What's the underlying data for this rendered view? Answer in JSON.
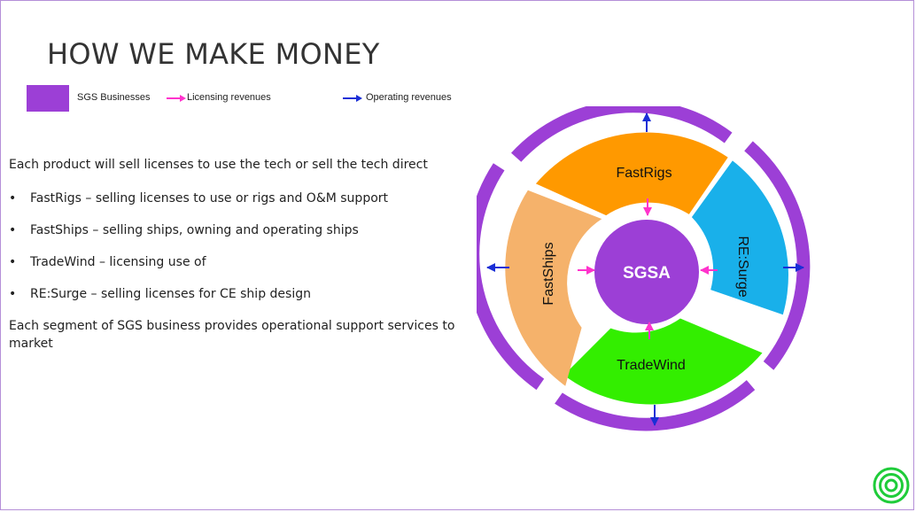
{
  "slide": {
    "title": "HOW WE MAKE MONEY"
  },
  "legend": {
    "businesses_label": "SGS Businesses",
    "licensing_label": "Licensing  revenues",
    "operating_label": "Operating revenues",
    "colors": {
      "businesses": "#9c3fd6",
      "licensing_arrow": "#ff33cc",
      "operating_arrow": "#1a2fd6"
    }
  },
  "content": {
    "intro": "Each product will sell licenses to use the tech or sell the tech direct",
    "bullets": [
      "FastRigs – selling licenses to use or rigs and O&M support",
      "FastShips – selling ships, owning and operating ships",
      "TradeWind – licensing use of",
      "RE:Surge – selling licenses for CE ship design"
    ],
    "closing": "Each segment of SGS business provides operational support services to market"
  },
  "diagram": {
    "center_label": "SGSA",
    "segments": {
      "top": "FastRigs",
      "right": "RE:Surge",
      "bottom": "TradeWind",
      "left": "FastShips"
    },
    "colors": {
      "center": "#9c3fd6",
      "outer_ring": "#9c3fd6",
      "top": "#ff9900",
      "right": "#19b0ea",
      "bottom": "#33ee00",
      "left": "#f5b26b"
    }
  },
  "logo": {
    "icon": "concentric-circles-icon",
    "color": "#1fcc3a"
  }
}
